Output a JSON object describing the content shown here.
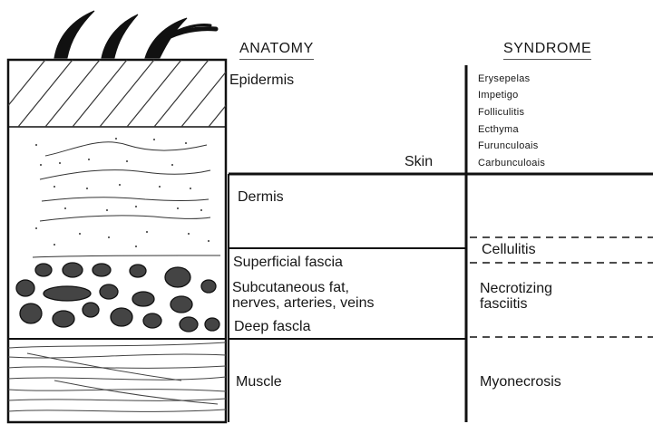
{
  "headers": {
    "anatomy": "ANATOMY",
    "syndrome": "SYNDROME"
  },
  "anatomy": {
    "epidermis": "Epidermis",
    "skin": "Skin",
    "dermis": "Dermis",
    "superficial_fascia": "Superficial fascia",
    "subcutaneous": "Subcutaneous fat,\nnerves, arteries, veins",
    "deep_fascia": "Deep fascla",
    "muscle": "Muscle"
  },
  "syndrome": {
    "skin_conditions": [
      "Erysepelas",
      "Impetigo",
      "Folliculitis",
      "Ecthyma",
      "Furunculoais",
      "Carbunculoais"
    ],
    "cellulitis": "Cellulitis",
    "necrotizing": "Necrotizing\n fasciitis",
    "myonecrosis": "Myonecrosis"
  },
  "colors": {
    "ink": "#111111",
    "paper": "#ffffff"
  },
  "icons": {
    "hair": "hair-strands-icon"
  }
}
